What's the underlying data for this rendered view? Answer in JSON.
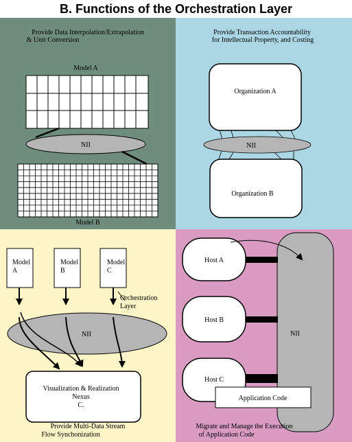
{
  "title": "B. Functions of the Orchestration Layer",
  "colors": {
    "panel_tl": "#6f8d7c",
    "panel_tr": "#abd6e3",
    "panel_bl": "#fdf5c7",
    "panel_br": "#d99bc2",
    "ellipse": "#b5b5b5",
    "nii_column": "#b5b5b5"
  },
  "panel_top_left": {
    "heading_line1": "Provide Data Interpolation/Extrapolation",
    "heading_line2": "& Unit Conversion",
    "model_a": "Model A",
    "nii": "NII",
    "model_b": "Model B"
  },
  "panel_top_right": {
    "heading_line1": "Provide  Transaction Accountability",
    "heading_line2": "for Intellectual Property, and Costing",
    "org_a": "Organization A",
    "nii": "NII",
    "org_b": "Organization B"
  },
  "panel_bottom_left": {
    "model_a_line1": "Model",
    "model_a_line2": "A",
    "model_b_line1": "Model",
    "model_b_line2": "B",
    "model_c_line1": "Model",
    "model_c_line2": "C",
    "orch_line1": "Orchestration",
    "orch_line2": "Layer",
    "nii": "NII",
    "vis_line1": "Visualization & Realization",
    "vis_line2": "Nexus",
    "vis_line3": "C.",
    "footer_line1": "Provide Multi-Data Stream",
    "footer_line2": "Flow Synchonization"
  },
  "panel_bottom_right": {
    "host_a": "Host A",
    "host_b": "Host B",
    "host_c": "Host C",
    "nii": "NII",
    "app_code": "Application Code",
    "footer_line1": "Migrate and Manage the Execution",
    "footer_line2": "of Application Code"
  }
}
